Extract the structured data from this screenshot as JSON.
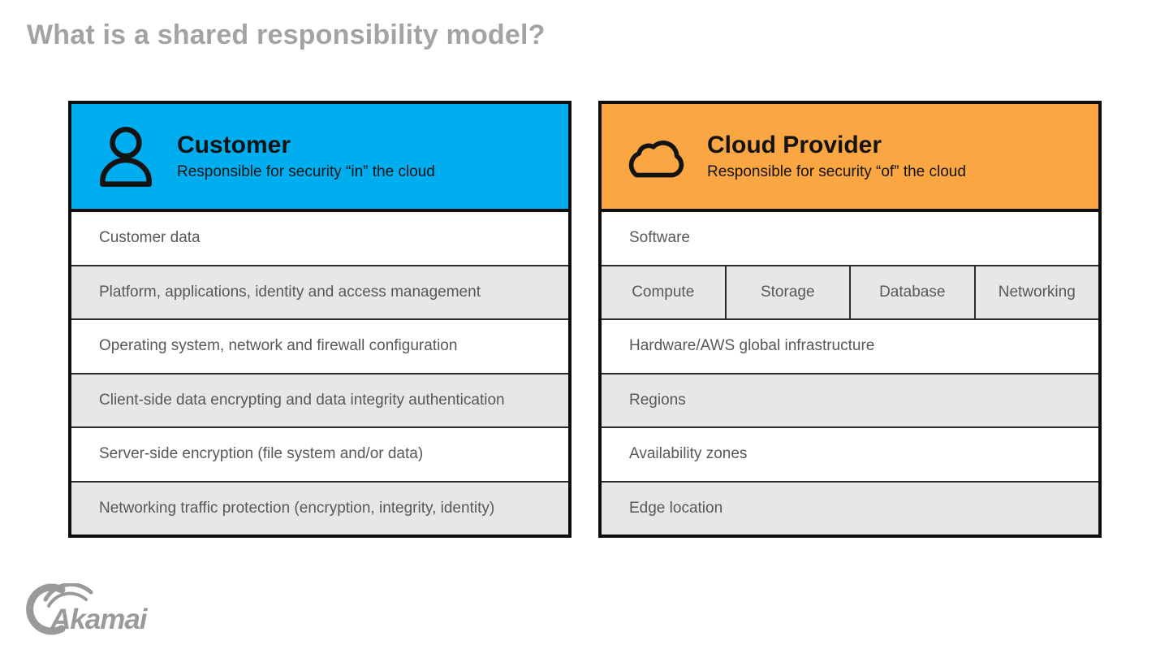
{
  "title": "What is a shared responsibility model?",
  "customer": {
    "icon": "person-icon",
    "title": "Customer",
    "subtitle": "Responsible for security “in” the cloud",
    "rows": [
      "Customer data",
      "Platform, applications, identity and access management",
      "Operating system, network and firewall configuration",
      "Client-side data encrypting and data integrity authentication",
      "Server-side encryption (file system and/or data)",
      "Networking traffic protection (encryption, integrity, identity)"
    ]
  },
  "provider": {
    "icon": "cloud-icon",
    "title": "Cloud Provider",
    "subtitle": "Responsible for security “of” the cloud",
    "rows": [
      "Software",
      "Hardware/AWS global infrastructure",
      "Regions",
      "Availability zones",
      "Edge location"
    ],
    "services": [
      "Compute",
      "Storage",
      "Database",
      "Networking"
    ]
  },
  "logo": {
    "brand": "Akamai"
  },
  "colors": {
    "customer_header": "#00aeef",
    "provider_header": "#f9a643",
    "row_alt": "#e7e7e7",
    "border": "#0d0d0d",
    "title_gray": "#a3a3a3",
    "row_text": "#57585a",
    "logo_gray": "#9a9a9a"
  }
}
